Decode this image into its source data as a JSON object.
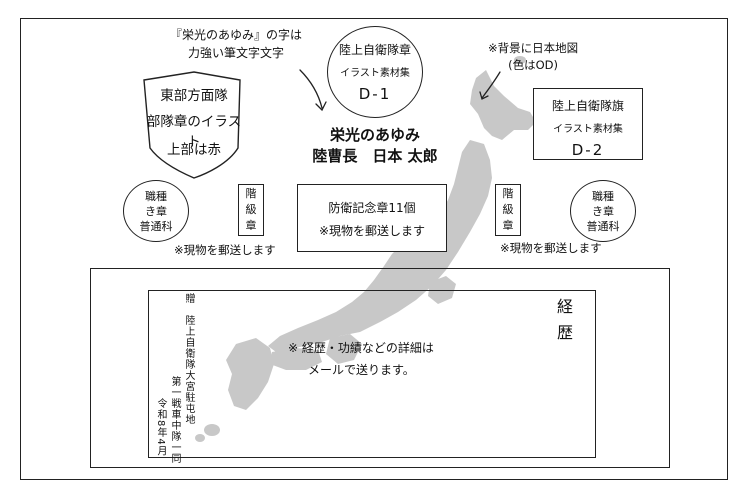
{
  "colors": {
    "map": "#c8c8c8",
    "line": "#222222"
  },
  "notes": {
    "calligraphy": [
      "『栄光のあゆみ』の字は",
      "力強い筆文字文字"
    ],
    "background": [
      "※背景に日本地図",
      "(色はOD)"
    ]
  },
  "emblem_d1": {
    "line1": "陸上自衛隊章",
    "line2": "イラスト素材集",
    "line3": "D-1"
  },
  "shield": {
    "line1": "東部方面隊",
    "line2": "部隊章のイラスト",
    "line3": "上部は赤"
  },
  "flag_d2": {
    "line1": "陸上自衛隊旗",
    "line2": "イラスト素材集",
    "line3": "D-2"
  },
  "title": {
    "line1": "栄光のあゆみ",
    "line2": "陸曹長　日本 太郎"
  },
  "branch_badge": {
    "line1": "職種",
    "line2": "き章",
    "line3": "普通科"
  },
  "rank_badge": {
    "line1": "階",
    "line2": "級",
    "line3": "章"
  },
  "medal": {
    "line1": "防衛記念章11個",
    "line2": "※現物を郵送します"
  },
  "mail_note": "※現物を郵送します",
  "panel": {
    "presented": "贈",
    "organization": "陸上自衛隊大宮駐屯地",
    "unit": "第一戦車中隊一同",
    "date": "令和8年4月",
    "career_title": "経歴",
    "note_line1": "※ 経歴・功績などの詳細は",
    "note_line2": "メールで送ります。"
  }
}
